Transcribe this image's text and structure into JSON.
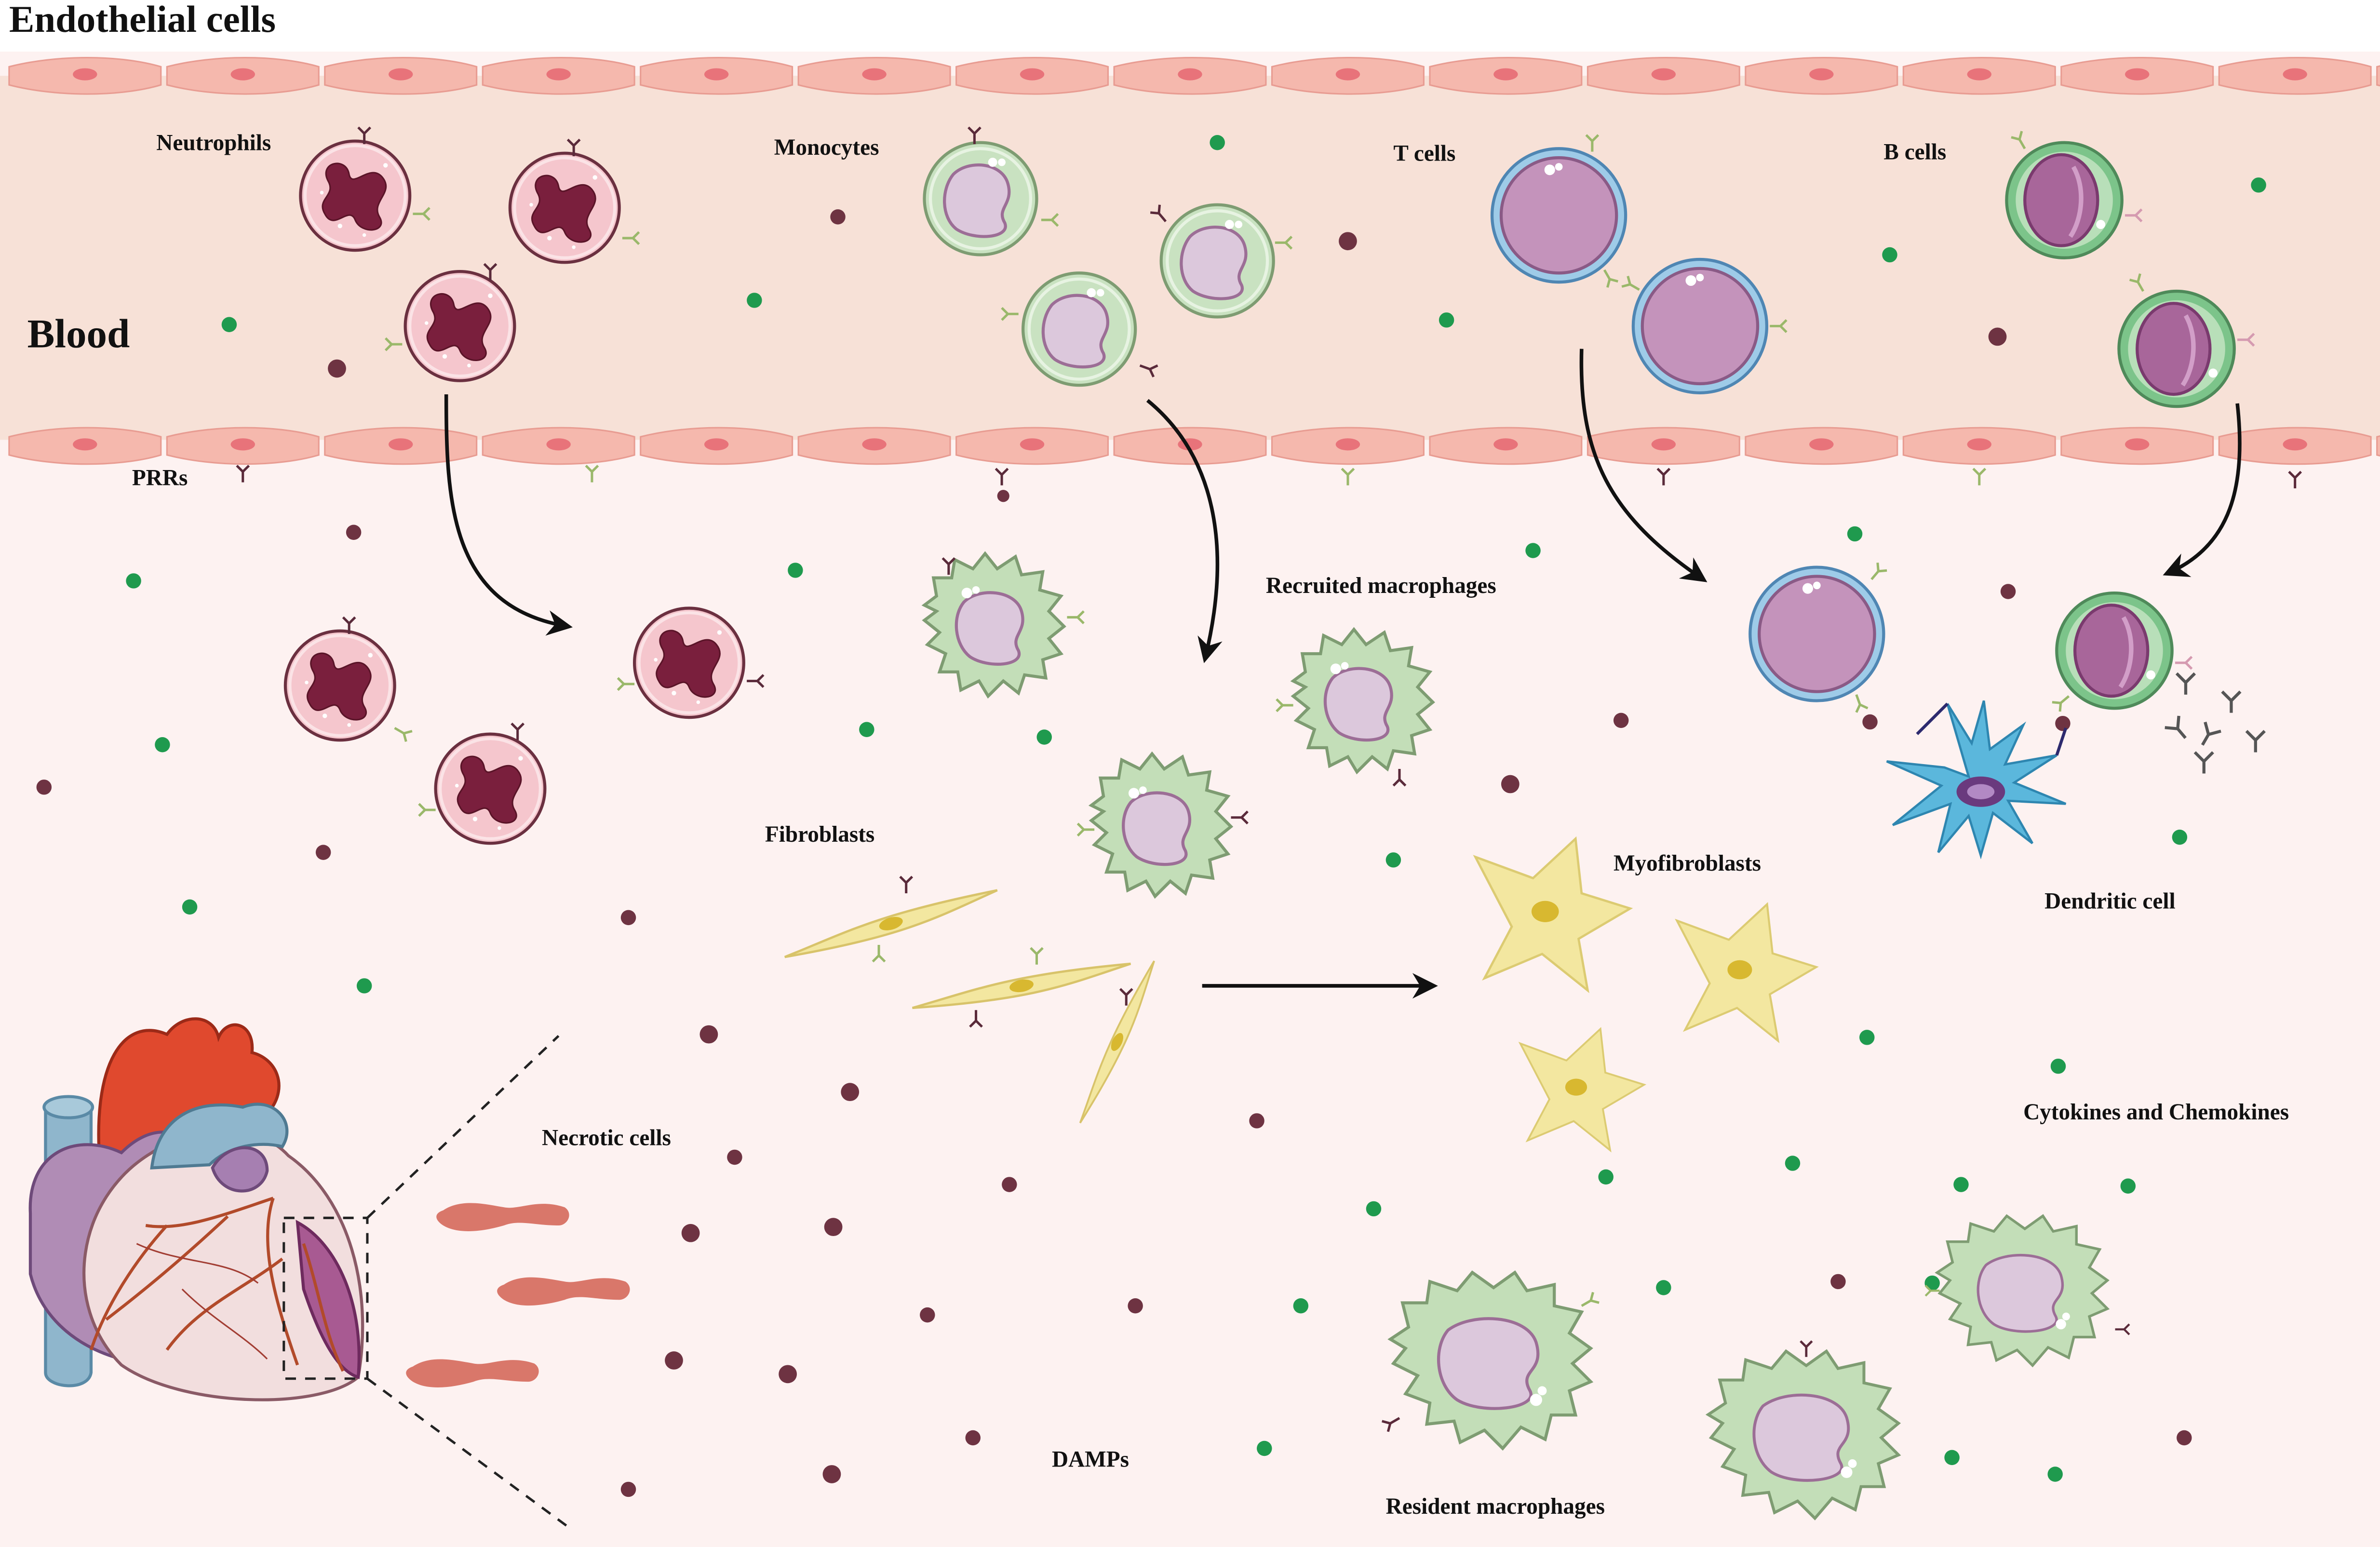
{
  "labels": {
    "endothelial": "Endothelial cells",
    "blood": "Blood",
    "neutrophils": "Neutrophils",
    "monocytes": "Monocytes",
    "t_cells": "T cells",
    "b_cells": "B cells",
    "prrs": "PRRs",
    "recruited_macrophages": "Recruited macrophages",
    "fibroblasts": "Fibroblasts",
    "myofibroblasts": "Myofibroblasts",
    "dendritic_cell": "Dendritic cell",
    "cytokines": "Cytokines and Chemokines",
    "necrotic_cells": "Necrotic cells",
    "damps": "DAMPs",
    "resident_macrophages": "Resident macrophages"
  },
  "colors": {
    "blood_band": "#f7e1d7",
    "tissue": "#fdf2f1",
    "endothelium": "#f5b8ad",
    "endothelium_nucleus": "#e8737a",
    "damp_dot": "#6e3342",
    "cytokine_dot": "#1f9a4e",
    "neutrophil": "#f5c6cd",
    "neutrophil_nucleus": "#7a1f3d",
    "monocyte": "#c9e2c1",
    "macrophage": "#c3deb8",
    "nucleus_purple": "#c9a0c8",
    "t_cell_ring": "#9ecbe8",
    "b_cell_ring": "#7cc48a",
    "fibroblast": "#f3e7a0",
    "dendritic": "#5bb7dc",
    "heart_red": "#e0492e",
    "heart_blue": "#8fb6cc",
    "heart_body": "#f2dede",
    "necrotic": "#d9776a",
    "arrow": "#111111"
  },
  "icons": {
    "receptor": "y-shaped-receptor-icon",
    "antibody": "antibody-icon"
  }
}
